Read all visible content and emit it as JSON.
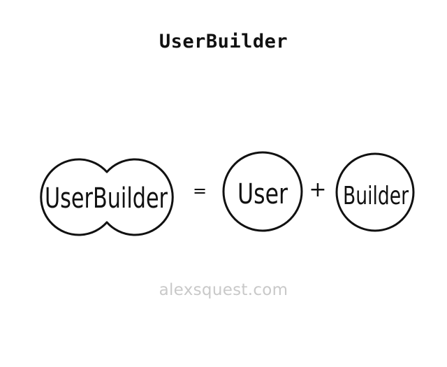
{
  "title": "UserBuilder",
  "diagram": {
    "combined_label": "UserBuilder",
    "equals_sign": "=",
    "left_operand": "User",
    "plus_sign": "+",
    "right_operand": "Builder"
  },
  "footer": {
    "watermark": "alexsquest.com"
  },
  "colors": {
    "stroke": "#111111",
    "background": "#ffffff",
    "watermark": "#c9c9c9"
  }
}
